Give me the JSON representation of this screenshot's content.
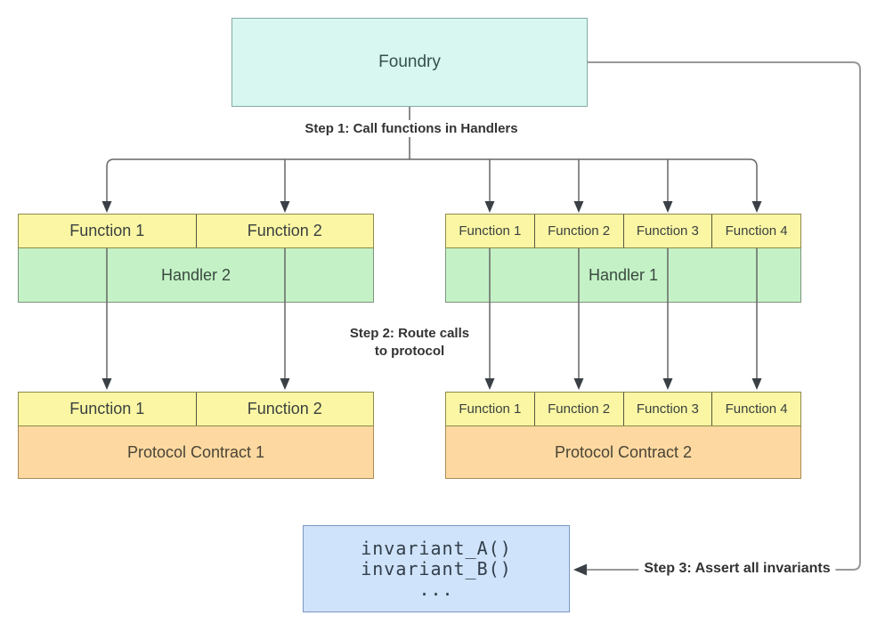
{
  "colors": {
    "foundry_fill": "#d7f7f0",
    "foundry_border": "#84aaa5",
    "function_fill": "#fbf6a3",
    "function_border": "#8f894c",
    "handler_fill": "#c4f2c6",
    "handler_border": "#7e937e",
    "protocol_fill": "#fdd9a1",
    "protocol_border": "#a98c55",
    "invariant_fill": "#cfe3fb",
    "invariant_border": "#7a97c2",
    "connector_line": "#666666",
    "connector_line_light": "#999999",
    "arrowhead": "#3a4045",
    "step_label_text": "#333333"
  },
  "foundry": {
    "label": "Foundry"
  },
  "steps": {
    "step1": "Step 1: Call functions in Handlers",
    "step2_line1": "Step 2: Route calls",
    "step2_line2": "to protocol",
    "step3": "Step 3: Assert all invariants"
  },
  "handler2": {
    "title": "Handler 2",
    "functions": [
      "Function 1",
      "Function 2"
    ]
  },
  "handler1": {
    "title": "Handler 1",
    "functions": [
      "Function 1",
      "Function 2",
      "Function 3",
      "Function 4"
    ]
  },
  "protocol1": {
    "title": "Protocol Contract 1",
    "functions": [
      "Function 1",
      "Function 2"
    ]
  },
  "protocol2": {
    "title": "Protocol Contract 2",
    "functions": [
      "Function 1",
      "Function 2",
      "Function 3",
      "Function 4"
    ]
  },
  "invariants": {
    "lines": [
      "invariant_A()",
      "invariant_B()",
      "..."
    ]
  }
}
